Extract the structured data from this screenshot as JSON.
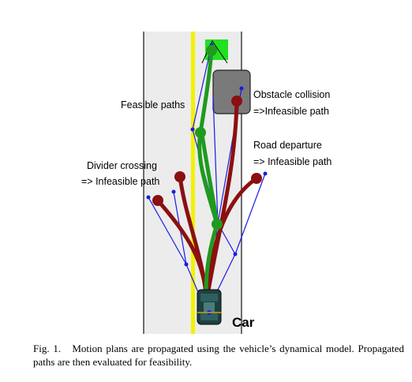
{
  "figure": {
    "labels": {
      "feasible": "Feasible paths",
      "obstacle_line1": "Obstacle collision",
      "obstacle_line2": "=>Infeasible path",
      "road_departure_line1": "Road departure",
      "road_departure_line2": "=> Infeasible path",
      "divider_line1": "Divider crossing",
      "divider_line2": "=> Infeasible path",
      "car": "Car"
    },
    "colors": {
      "road": "#ececec",
      "road_edge": "#111111",
      "divider": "#f2f200",
      "feasible_path": "#1f9a1f",
      "infeasible_path": "#8b1010",
      "goal": "#22e022",
      "obstacle": "#7a7a7a",
      "tree_lines": "#1a1ae6"
    }
  },
  "caption": {
    "prefix": "Fig. 1.",
    "text": "Motion plans are propagated using the vehicle’s dynamical model. Propagated paths are then evaluated for feasibility."
  }
}
